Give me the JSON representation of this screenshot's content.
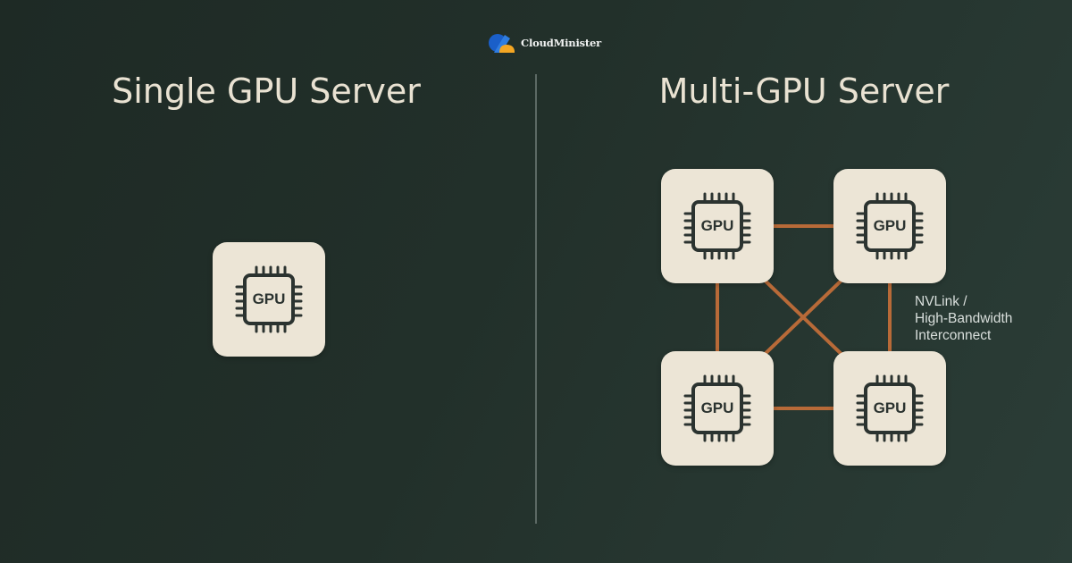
{
  "brand": {
    "name": "CloudMinister",
    "logo_icon": "cloud-logo-icon"
  },
  "single": {
    "title": "Single GPU Server",
    "gpus": [
      {
        "label": "GPU"
      }
    ]
  },
  "multi": {
    "title": "Multi-GPU Server",
    "gpus": [
      {
        "label": "GPU"
      },
      {
        "label": "GPU"
      },
      {
        "label": "GPU"
      },
      {
        "label": "GPU"
      }
    ],
    "interconnect": {
      "lines": [
        "NVLink /",
        "High-Bandwidth",
        "Interconnect"
      ],
      "color": "#b86a38"
    }
  },
  "colors": {
    "background": "#22302a",
    "tile": "#ece5d6",
    "chip_ink": "#2b3330",
    "heading": "#e9e2d2"
  }
}
